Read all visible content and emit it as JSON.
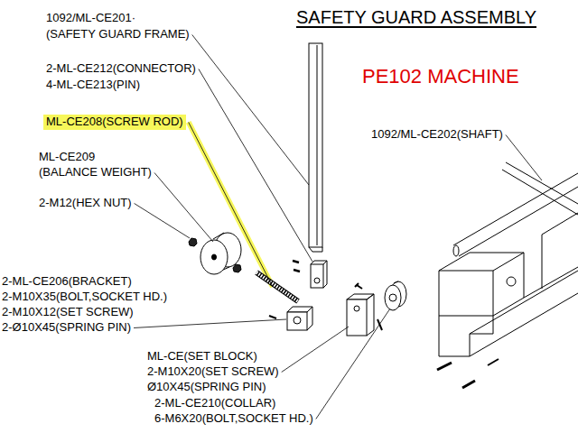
{
  "diagram": {
    "title": "SAFETY GUARD ASSEMBLY",
    "labels": [
      "1092/ML-CE201·",
      "(SAFETY GUARD FRAME)",
      "PE102 MACHINE",
      "2-ML-CE212(CONNECTOR)",
      "4-ML-CE213(PIN)",
      "ML-CE208(SCREW ROD)",
      "1092/ML-CE202(SHAFT)",
      "ML-CE209",
      "(BALANCE WEIGHT)",
      "2-M12(HEX NUT)",
      "2-ML-CE206(BRACKET)",
      "2-M10X35(BOLT,SOCKET HD.)",
      "2-M10X12(SET SCREW)",
      "2-Ø10X45(SPRING PIN)",
      "ML-CE(SET BLOCK)",
      "2-M10X20(SET SCREW)",
      "Ø10X45(SPRING PIN)",
      "2-ML-CE210(COLLAR)",
      "6-M6X20(BOLT,SOCKET HD.)"
    ]
  }
}
